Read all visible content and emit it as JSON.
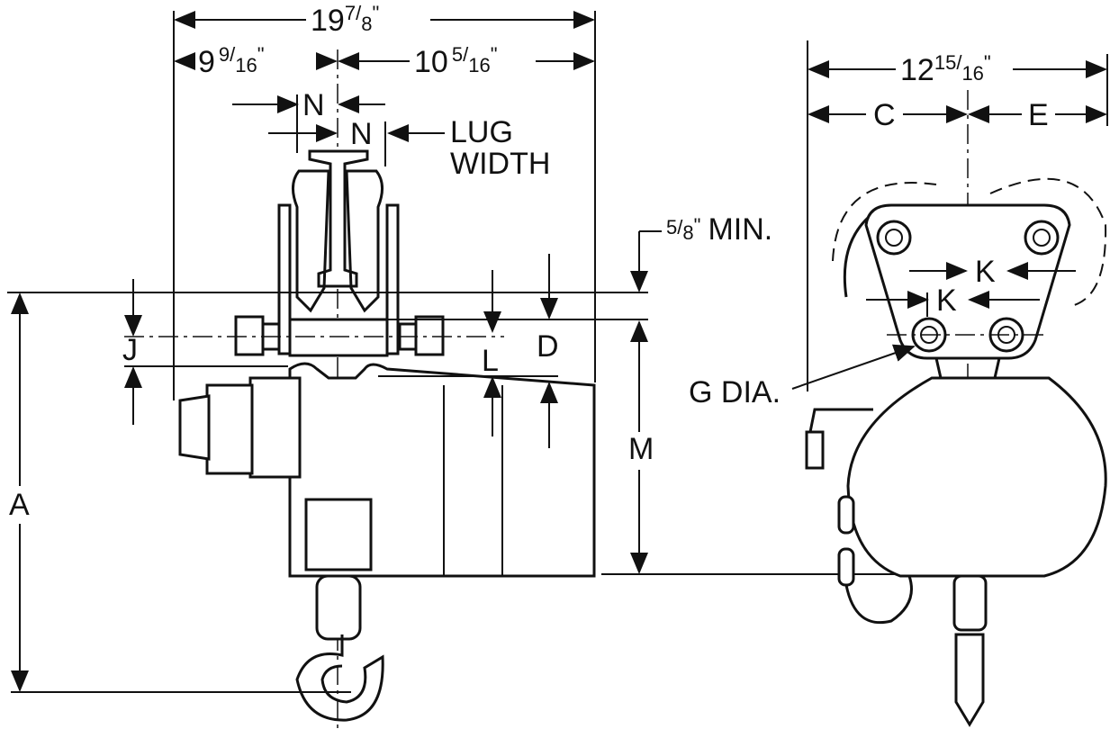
{
  "dimensions": {
    "overall_width": {
      "whole": "19",
      "num": "7",
      "den": "8",
      "unit": "\""
    },
    "left_width": {
      "whole": "9",
      "num": "9",
      "den": "16",
      "unit": "\""
    },
    "right_width": {
      "whole": "10",
      "num": "5",
      "den": "16",
      "unit": "\""
    },
    "side_width": {
      "whole": "12",
      "num": "15",
      "den": "16",
      "unit": "\""
    },
    "min_clearance": {
      "num": "5",
      "den": "8",
      "unit": "\"",
      "suffix": "MIN."
    }
  },
  "labels": {
    "n1": "N",
    "n2": "N",
    "lug_width_line1": "LUG",
    "lug_width_line2": "WIDTH",
    "a": "A",
    "j": "J",
    "l": "L",
    "d": "D",
    "m": "M",
    "c": "C",
    "e": "E",
    "k1": "K",
    "k2": "K",
    "g_dia": "G DIA."
  }
}
